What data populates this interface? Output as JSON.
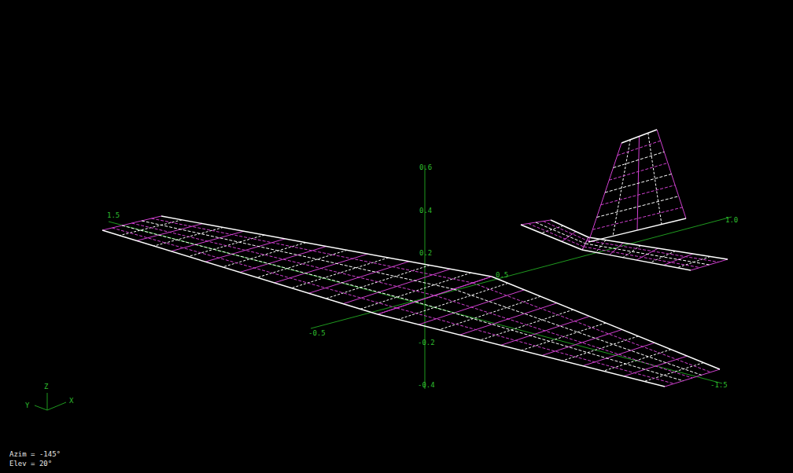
{
  "diagram": {
    "labels": [
      "0.6",
      "0.4",
      "0.2",
      "-0.2",
      "-0.4",
      "1.5",
      "-0.5",
      "0.5",
      "1.0",
      "-1.5",
      "Z",
      "Y",
      "X",
      "Azim = -145°",
      "Elev = 20°"
    ]
  }
}
